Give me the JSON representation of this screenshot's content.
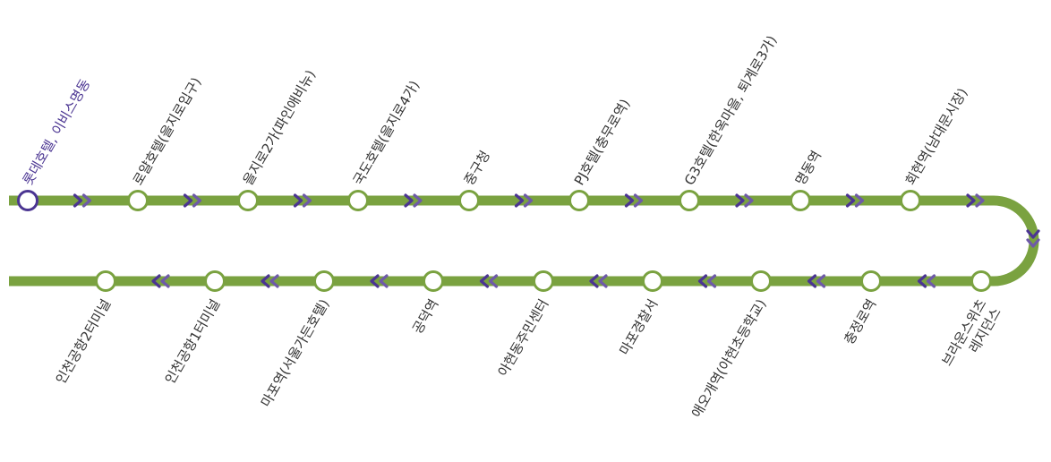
{
  "colors": {
    "line": "#7aa240",
    "current": "#4b3592",
    "arrow_dark": "#4b3592",
    "arrow_light": "#6e5aa8",
    "text": "#333333",
    "stop_fill": "#ffffff"
  },
  "current_stop_index": 0,
  "stops": [
    {
      "name": "롯데호텔, 이비스명동"
    },
    {
      "name": "로얄호텔(을지로입구)"
    },
    {
      "name": "을지로2가(파인애비뉴)"
    },
    {
      "name": "국도호텔(을지로4가)"
    },
    {
      "name": "중구청"
    },
    {
      "name": "PJ호텔(충무로역)"
    },
    {
      "name": "G3호텔(한옥마을, 퇴계로3가)"
    },
    {
      "name": "명동역"
    },
    {
      "name": "회현역(남대문시장)"
    },
    {
      "name": "브라운스위츠 레지던스"
    },
    {
      "name": "충정로역"
    },
    {
      "name": "애오개역(아현초등학교)"
    },
    {
      "name": "마포경찰서"
    },
    {
      "name": "아현동주민센터"
    },
    {
      "name": "공덕역"
    },
    {
      "name": "마포역(서울가든호텔)"
    },
    {
      "name": "인천공항1터미널"
    },
    {
      "name": "인천공항2터미널"
    }
  ]
}
